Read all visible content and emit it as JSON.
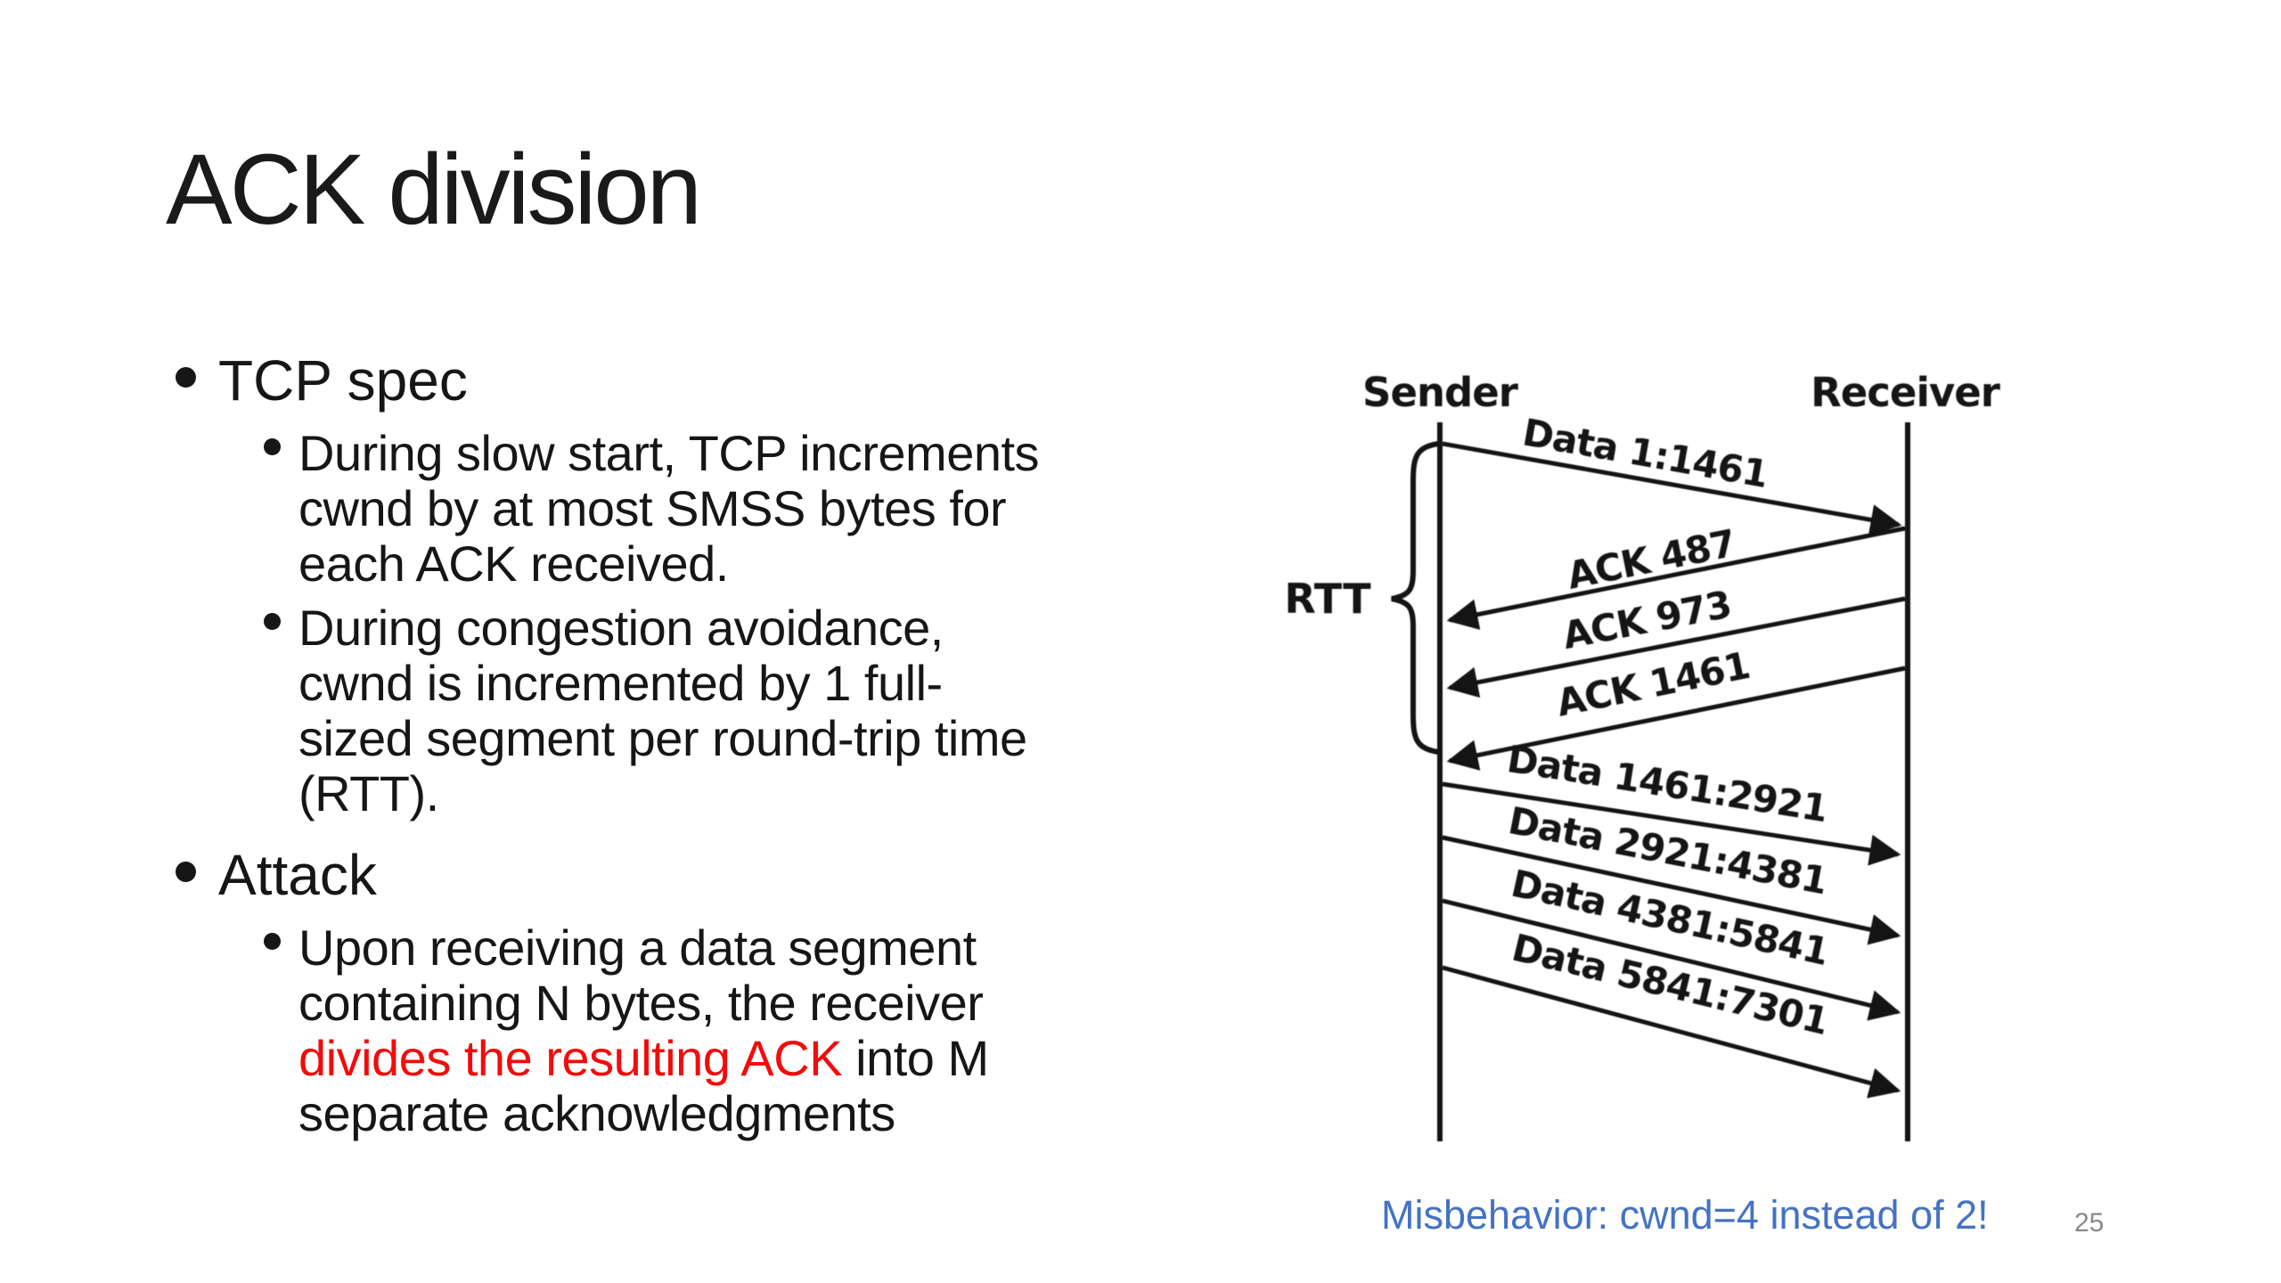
{
  "slide": {
    "title": "ACK division",
    "page_number": "25",
    "bullets": [
      {
        "level": 1,
        "lines": [
          [
            "TCP spec"
          ]
        ]
      },
      {
        "level": 2,
        "lines": [
          [
            "During slow start, TCP increments"
          ],
          [
            "cwnd by at most SMSS bytes for"
          ],
          [
            "each ACK received."
          ]
        ]
      },
      {
        "level": 2,
        "lines": [
          [
            "During congestion avoidance,"
          ],
          [
            "cwnd is incremented by 1 full-"
          ],
          [
            "sized segment per round-trip time"
          ],
          [
            "(RTT)."
          ]
        ]
      },
      {
        "level": 1,
        "lines": [
          [
            "Attack"
          ]
        ]
      },
      {
        "level": 2,
        "lines": [
          [
            "Upon receiving a data segment"
          ],
          [
            "containing N bytes, the receiver"
          ],
          [
            {
              "text": "divides the resulting ACK",
              "red": true
            },
            {
              "text": " into M"
            }
          ],
          [
            "separate acknowledgments"
          ]
        ]
      }
    ]
  },
  "diagram": {
    "sender_label": "Sender",
    "receiver_label": "Receiver",
    "rtt_label": "RTT",
    "messages": [
      {
        "label": "Data 1:1461",
        "direction": "to-receiver"
      },
      {
        "label": "ACK 487",
        "direction": "to-sender"
      },
      {
        "label": "ACK 973",
        "direction": "to-sender"
      },
      {
        "label": "ACK 1461",
        "direction": "to-sender"
      },
      {
        "label": "Data 1461:2921",
        "direction": "to-receiver"
      },
      {
        "label": "Data 2921:4381",
        "direction": "to-receiver"
      },
      {
        "label": "Data 4381:5841",
        "direction": "to-receiver"
      },
      {
        "label": "Data 5841:7301",
        "direction": "to-receiver"
      }
    ],
    "caption": "Misbehavior: cwnd=4 instead of 2!"
  },
  "colors": {
    "text": "#161616",
    "red_highlight": "#F30B0B",
    "caption_blue": "#4472C4",
    "page_number_gray": "#8A8A8A"
  }
}
